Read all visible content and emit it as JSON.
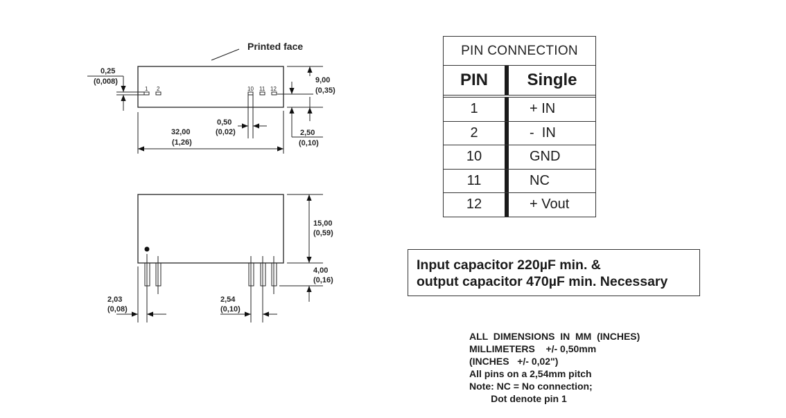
{
  "top_view": {
    "label": "Printed face",
    "pin_labels": [
      "1",
      "2",
      "10",
      "11",
      "12"
    ],
    "dimensions": {
      "pin_size": {
        "mm": "0,25",
        "in": "(0,008)"
      },
      "height": {
        "mm": "9,00",
        "in": "(0,35)"
      },
      "pin_width": {
        "mm": "0,50",
        "in": "(0,02)"
      },
      "length": {
        "mm": "32,00",
        "in": "(1,26)"
      },
      "pin_offset": {
        "mm": "2,50",
        "in": "(0,10)"
      }
    }
  },
  "side_view": {
    "dimensions": {
      "body_height": {
        "mm": "15,00",
        "in": "(0,59)"
      },
      "pin_length": {
        "mm": "4,00",
        "in": "(0,16)"
      },
      "edge_to_pin": {
        "mm": "2,03",
        "in": "(0,08)"
      },
      "pin_pitch": {
        "mm": "2,54",
        "in": "(0,10)"
      }
    }
  },
  "pin_table": {
    "caption": "PIN  CONNECTION",
    "headers": [
      "PIN",
      "Single"
    ],
    "rows": [
      {
        "pin": "1",
        "function": "+ IN"
      },
      {
        "pin": "2",
        "function": "-  IN"
      },
      {
        "pin": "10",
        "function": "GND"
      },
      {
        "pin": "11",
        "function": "NC"
      },
      {
        "pin": "12",
        "function": "+ Vout"
      }
    ]
  },
  "capacitor_note": {
    "line1": "Input capacitor 220µF min. &",
    "line2": "output capacitor 470µF min. Necessary"
  },
  "dimension_notes": [
    "ALL  DIMENSIONS  IN  MM  (INCHES)",
    "MILLIMETERS    +/- 0,50mm",
    "(INCHES   +/- 0,02\")",
    "All pins on a 2,54mm pitch",
    "Note: NC = No connection;",
    "        Dot denote pin 1"
  ]
}
